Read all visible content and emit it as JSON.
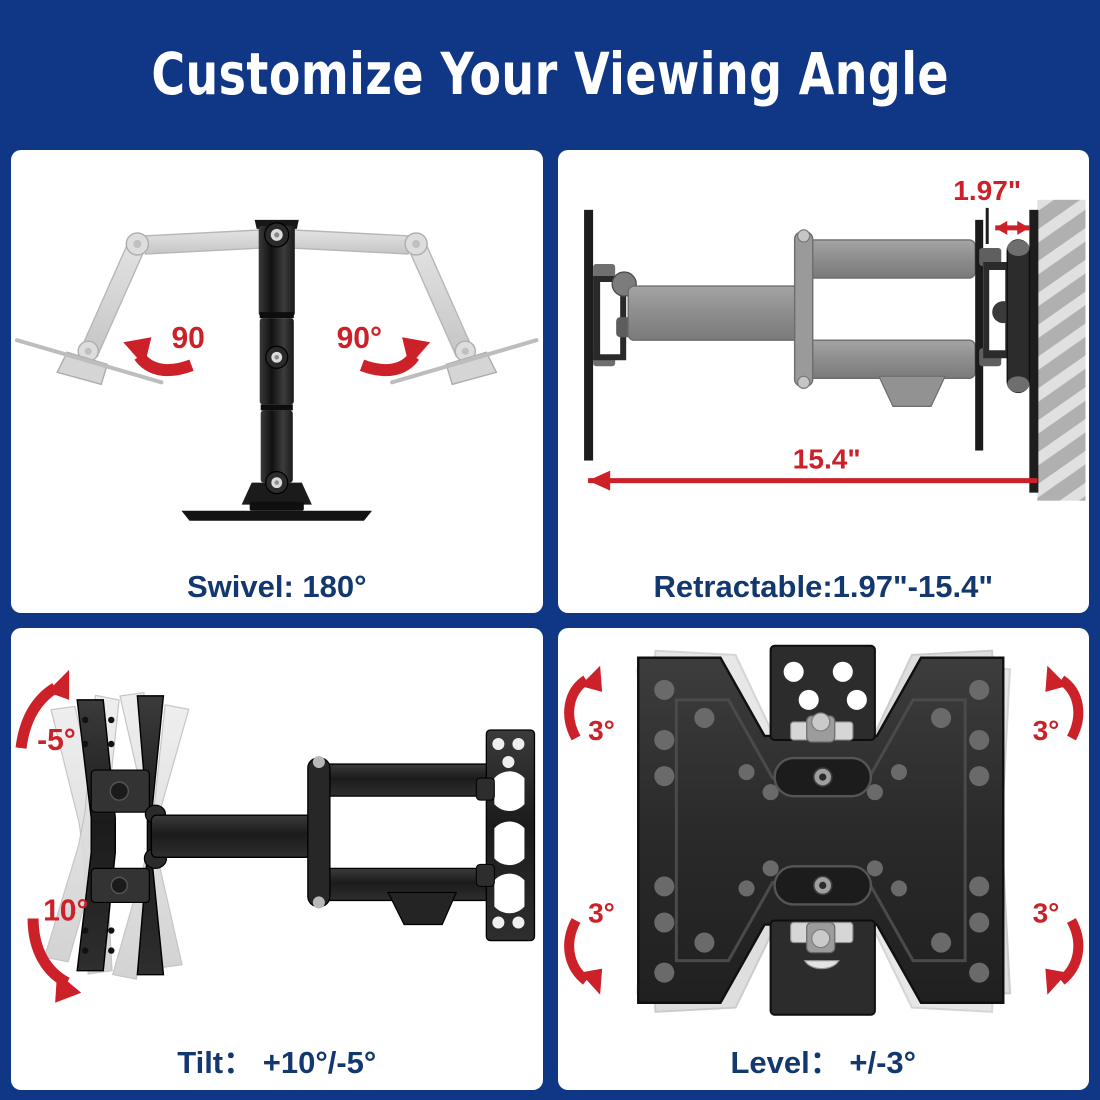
{
  "header": {
    "title": "Customize Your Viewing Angle",
    "background_color": "#103686",
    "title_color": "#ffffff"
  },
  "theme": {
    "panel_background": "#ffffff",
    "caption_color": "#12386f",
    "annotation_red": "#cc2128",
    "part_dark": "#2b2b2b",
    "part_gray": "#9a9a9a",
    "ghost_gray": "#d5d5d5"
  },
  "panels": [
    {
      "id": "swivel",
      "caption": "Swivel: 180°",
      "view": "top-down ceiling mount arm",
      "annotations": [
        {
          "name": "swivel-left-angle",
          "text": "90",
          "position": "left",
          "arrow": "curved-left-up"
        },
        {
          "name": "swivel-right-angle",
          "text": "90°",
          "position": "right",
          "arrow": "curved-right-up"
        }
      ]
    },
    {
      "id": "retractable",
      "caption": "Retractable:1.97\"-15.4\"",
      "view": "side view extended arm against wall",
      "annotations": [
        {
          "name": "min-extension-dimension",
          "text": "1.97\"",
          "position": "top-right",
          "arrow": "double-headed-horizontal"
        },
        {
          "name": "max-extension-dimension",
          "text": "15.4\"",
          "position": "bottom",
          "arrow": "long-left"
        }
      ]
    },
    {
      "id": "tilt",
      "caption": "Tilt：  +10°/-5°",
      "view": "side view articulating arm with tilting plate",
      "annotations": [
        {
          "name": "tilt-up-angle",
          "text": "-5°",
          "position": "top-left",
          "arrow": "curved-up"
        },
        {
          "name": "tilt-down-angle",
          "text": "10°",
          "position": "bottom-left",
          "arrow": "curved-down"
        }
      ]
    },
    {
      "id": "level",
      "caption": "Level：  +/-3°",
      "view": "front view of X-shaped VESA bracket plate",
      "annotations": [
        {
          "name": "level-top-left-angle",
          "text": "3°",
          "position": "top-left",
          "arrow": "curved-up"
        },
        {
          "name": "level-top-right-angle",
          "text": "3°",
          "position": "top-right",
          "arrow": "curved-up"
        },
        {
          "name": "level-bottom-left-angle",
          "text": "3°",
          "position": "bottom-left",
          "arrow": "curved-down"
        },
        {
          "name": "level-bottom-right-angle",
          "text": "3°",
          "position": "bottom-right",
          "arrow": "curved-down"
        }
      ]
    }
  ]
}
